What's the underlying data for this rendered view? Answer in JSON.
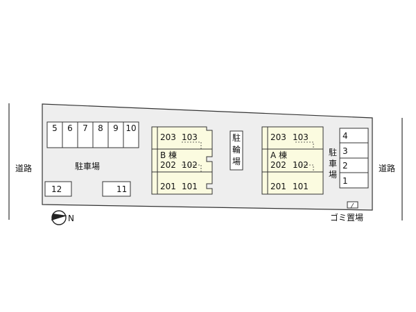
{
  "roads": {
    "left_label": "道路",
    "right_label": "道路"
  },
  "left_parking": {
    "label": "駐車場",
    "top_spaces": [
      "5",
      "6",
      "7",
      "8",
      "9",
      "10"
    ],
    "space_12": "12",
    "space_11": "11"
  },
  "building_b": {
    "name": "B 棟",
    "rows": [
      {
        "left": "203",
        "right": "103"
      },
      {
        "left": "202",
        "right": "102"
      },
      {
        "left": "201",
        "right": "101"
      }
    ]
  },
  "bike_parking": {
    "label": "駐輪場"
  },
  "building_a": {
    "name": "A 棟",
    "rows": [
      {
        "left": "203",
        "right": "103"
      },
      {
        "left": "202",
        "right": "102"
      },
      {
        "left": "201",
        "right": "101"
      }
    ]
  },
  "right_parking": {
    "label": "駐車場",
    "spaces": [
      "4",
      "3",
      "2",
      "1"
    ]
  },
  "garbage": {
    "label": "ゴミ置場"
  },
  "compass": {
    "label": "N"
  },
  "colors": {
    "site_fill": "#eeeeee",
    "building_fill": "#fbfbe0",
    "line": "#333333"
  }
}
